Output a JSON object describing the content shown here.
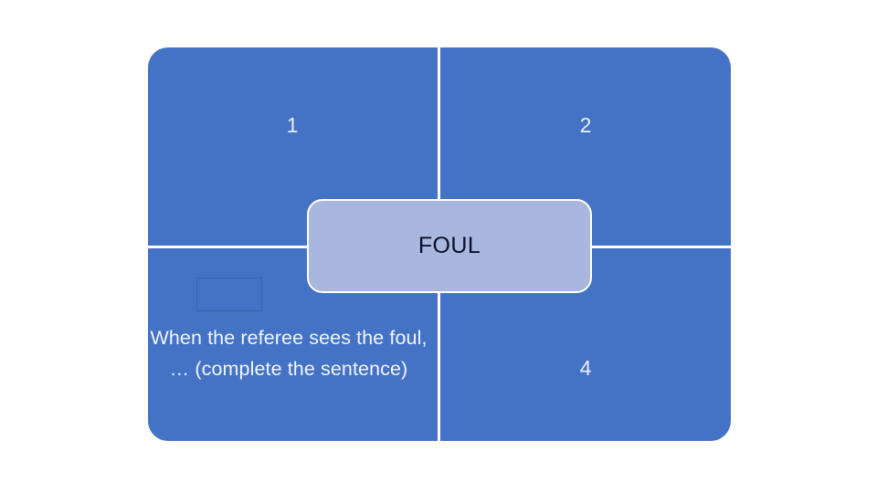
{
  "slide": {
    "background_color": "#FFFFFF",
    "panel": {
      "name": "football-pitch-panel",
      "fill_color": "#4472C4",
      "line_color": "#FFFFFF"
    },
    "quadrants": [
      {
        "id": "quadrant-1",
        "label": "1"
      },
      {
        "id": "quadrant-2",
        "label": "2"
      },
      {
        "id": "quadrant-4",
        "label": "4"
      }
    ],
    "callout": {
      "label": "FOUL",
      "fill_color": "#A9B6DD",
      "border_color": "#FFFFFF",
      "text_color": "#0A0F2A"
    },
    "placeholder_box": {
      "name": "empty-answer-box",
      "label": "",
      "border_color": "#3A63B0"
    },
    "prompt": {
      "text": "When the referee sees the foul, … (complete the sentence)",
      "text_color": "#F2F6FC"
    }
  }
}
